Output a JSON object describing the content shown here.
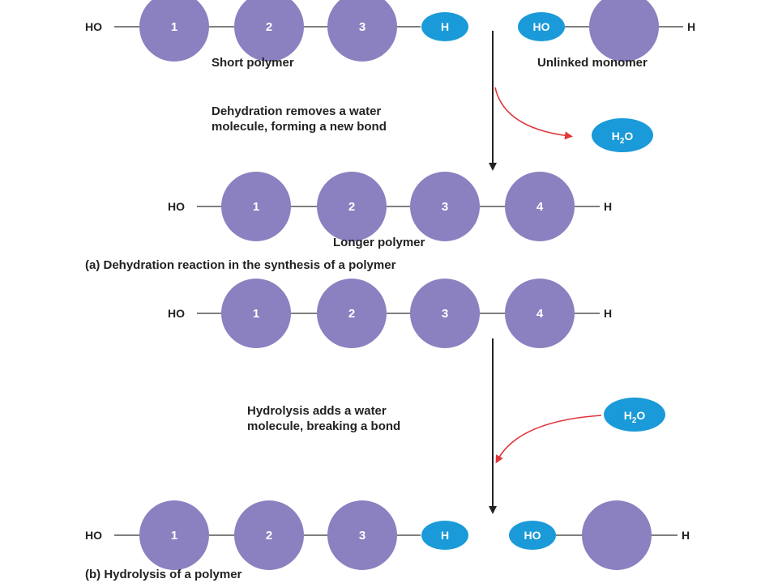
{
  "colors": {
    "monomer": "#8b80c0",
    "pill": "#1a9ad8",
    "bond": "#555555",
    "arrow": "#222222",
    "water_arrow": "#e0353a"
  },
  "dehydration": {
    "short_polymer": {
      "left_end": "HO",
      "monomers": [
        "1",
        "2",
        "3"
      ],
      "right_end": "H",
      "label": "Short polymer"
    },
    "monomer": {
      "left_end": "HO",
      "right_end": "H",
      "label": "Unlinked monomer"
    },
    "description": [
      "Dehydration removes a water",
      "molecule, forming a new bond"
    ],
    "water": {
      "main": "H",
      "sub": "2",
      "tail": "O"
    },
    "result": {
      "left_end": "HO",
      "monomers": [
        "1",
        "2",
        "3",
        "4"
      ],
      "right_end": "H",
      "label": "Longer polymer"
    },
    "caption": "(a) Dehydration reaction in the synthesis of a polymer"
  },
  "hydrolysis": {
    "polymer": {
      "left_end": "HO",
      "monomers": [
        "1",
        "2",
        "3",
        "4"
      ],
      "right_end": "H"
    },
    "description": [
      "Hydrolysis adds a water",
      "molecule, breaking a bond"
    ],
    "water": {
      "main": "H",
      "sub": "2",
      "tail": "O"
    },
    "result_polymer": {
      "left_end": "HO",
      "monomers": [
        "1",
        "2",
        "3"
      ],
      "right_end": "H"
    },
    "result_monomer": {
      "left_end": "HO",
      "right_end": "H"
    },
    "caption": "(b) Hydrolysis of a polymer"
  }
}
